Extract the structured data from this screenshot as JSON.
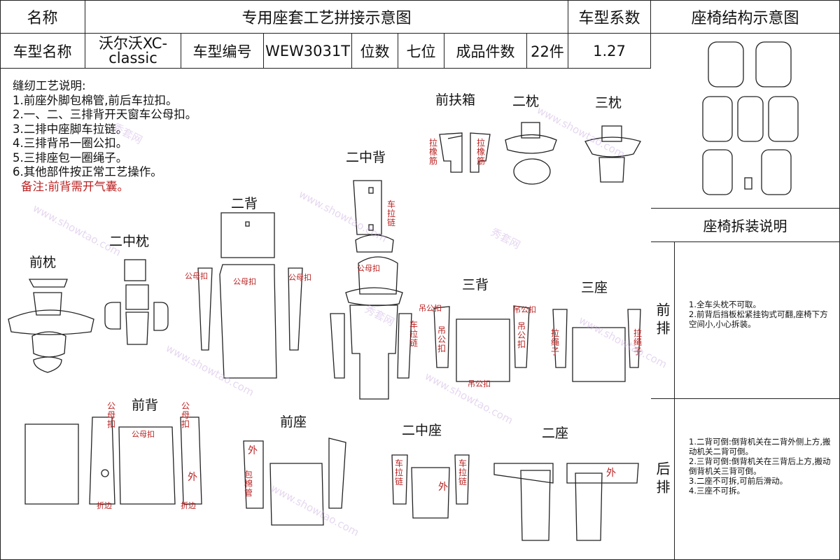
{
  "header": {
    "name_label": "名称",
    "title": "专用座套工艺拼接示意图",
    "coef_label": "车型系数",
    "structure_title": "座椅结构示意图",
    "model_name_label": "车型名称",
    "model_name_line1": "沃尔沃XC-",
    "model_name_line2": "classic",
    "model_code_label": "车型编号",
    "model_code": "WEW3031T",
    "seats_label": "位数",
    "seats_value": "七位",
    "pieces_label": "成品件数",
    "pieces_value": "22件",
    "coef_value": "1.27"
  },
  "notes": {
    "title": "缝纫工艺说明:",
    "items": [
      "1.前座外脚包棉管,前后车拉扣。",
      "2.一、二、三排背开天窗车公母扣。",
      "3.二排中座脚车拉链。",
      "4.三排背吊一圈公扣。",
      "5.三排座包一圈绳子。",
      "6.其他部件按正常工艺操作。"
    ],
    "remark": "备注:前背需开气囊。"
  },
  "parts": {
    "front_armrest": "前扶箱",
    "second_pillow": "二枕",
    "third_pillow": "三枕",
    "second_mid_back": "二中背",
    "second_back": "二背",
    "second_mid_pillow": "二中枕",
    "front_pillow": "前枕",
    "third_back": "三背",
    "third_seat": "三座",
    "front_back": "前背",
    "front_seat": "前座",
    "second_mid_seat": "二中座",
    "second_seat": "二座"
  },
  "annotations": {
    "elastic": "拉橡筋",
    "car_zipper": "车拉链",
    "male_female_button": "公母扣",
    "hang_male_button": "吊公扣",
    "hang_male_button_v": "吊公扣",
    "pull_rope": "拉绳子",
    "outer": "外",
    "wrap_cotton_tube": "包棉管",
    "fold_edge": "折边",
    "zipper": "拉链"
  },
  "right_panel": {
    "removal_title": "座椅拆装说明",
    "front_row_label": "前排",
    "rear_row_label": "后排",
    "front_row_notes": [
      "1.全车头枕不可取。",
      "2.前背后挡板松紧挂钩式可翻,座椅下方空间小,小心拆装。"
    ],
    "rear_row_notes": [
      "1.二背可倒:倒背机关在二背外侧上方,搬动机关二背可倒。",
      "2.三背可倒:倒背机关在三背后上方,搬动倒背机关三背可倒。",
      "3.二座不可拆,可前后滑动。",
      "4.三座不可拆。"
    ]
  },
  "watermark": {
    "text_en": "www.showtao.com",
    "text_cn": "秀套网"
  },
  "colors": {
    "line": "#222222",
    "annotation_red": "#b22222",
    "watermark": "#c9a7e0"
  }
}
